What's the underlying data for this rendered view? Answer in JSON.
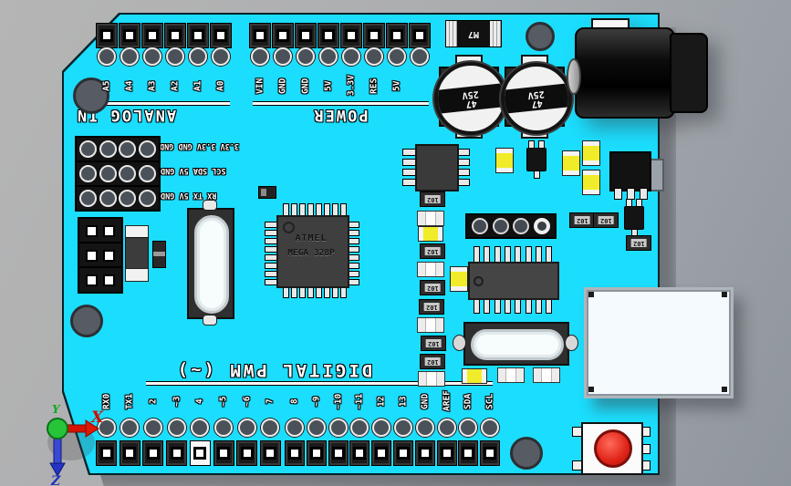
{
  "scene": {
    "description": "3D CAD shaded viewport showing an Arduino UNO compatible PCB rotated 180 degrees on a gray background",
    "background_color": "#aeb0b2",
    "board_color": "#1bddfd",
    "silkscreen_color": "#ffffff"
  },
  "axis_triad": {
    "x_label": "X",
    "y_label": "Y",
    "z_label": "Z",
    "x_color": "#cc1100",
    "y_color": "#11aa22",
    "z_color": "#2233bb"
  },
  "analog_section": {
    "title": "ANALOG IN",
    "pins": [
      "A5",
      "A4",
      "A3",
      "A2",
      "A1",
      "A0"
    ]
  },
  "power_section": {
    "title": "POWER",
    "pins": [
      "VIN",
      "GND",
      "GND",
      "5V",
      "3.3V",
      "RES",
      "5V",
      ""
    ]
  },
  "digital_section": {
    "title": "DIGITAL PWM (~)",
    "pins_group1": [
      "RX0",
      "TX1",
      "2",
      "~3",
      "4",
      "~5",
      "~6",
      "7"
    ],
    "pins_group2": [
      "8",
      "~9",
      "~10",
      "~11",
      "12",
      "13",
      "GND",
      "AREF",
      "SDA",
      "SCL"
    ]
  },
  "selection": {
    "highlighted_pin_label": "4",
    "highlighted_index": 4
  },
  "aux_headers": {
    "rows": [
      {
        "label": "3.3V 3.3V GND GND"
      },
      {
        "label": "SCL SDA 5V GND"
      },
      {
        "label": "RX TX 5V GND"
      }
    ]
  },
  "mcu": {
    "line1": "ATMEL",
    "line2": "MEGA 328P"
  },
  "diode": {
    "label": "M7"
  },
  "capacitor": {
    "value_lines": [
      "47",
      "25V"
    ]
  },
  "smd_resistor_label": "102"
}
